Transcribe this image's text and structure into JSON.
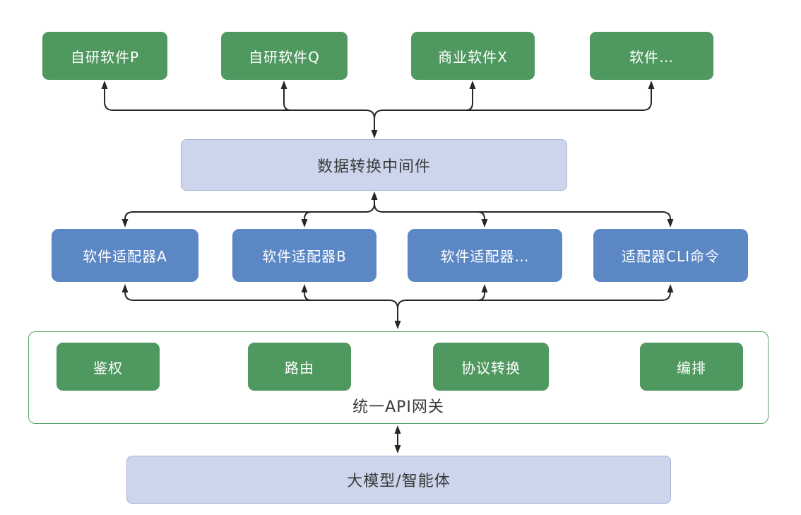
{
  "top_row": {
    "items": [
      {
        "label": "自研软件P"
      },
      {
        "label": "自研软件Q"
      },
      {
        "label": "商业软件X"
      },
      {
        "label": "软件…"
      }
    ]
  },
  "middleware": {
    "label": "数据转换中间件"
  },
  "adapters": {
    "items": [
      {
        "label": "软件适配器A"
      },
      {
        "label": "软件适配器B"
      },
      {
        "label": "软件适配器…"
      },
      {
        "label": "适配器CLI命令"
      }
    ]
  },
  "gateway": {
    "label": "统一API网关",
    "features": [
      {
        "label": "鉴权"
      },
      {
        "label": "路由"
      },
      {
        "label": "协议转换"
      },
      {
        "label": "编排"
      }
    ]
  },
  "llm": {
    "label": "大模型/智能体"
  },
  "colors": {
    "node_green": "#4f985f",
    "node_blue": "#5c87c5",
    "bus_fill": "#cdd5ec",
    "bus_border": "#a9b4d9",
    "gateway_border": "#56a469",
    "arrow": "#2a2424",
    "text_dark": "#3a3a3a",
    "text_light": "#ffffff",
    "background": "#ffffff"
  }
}
